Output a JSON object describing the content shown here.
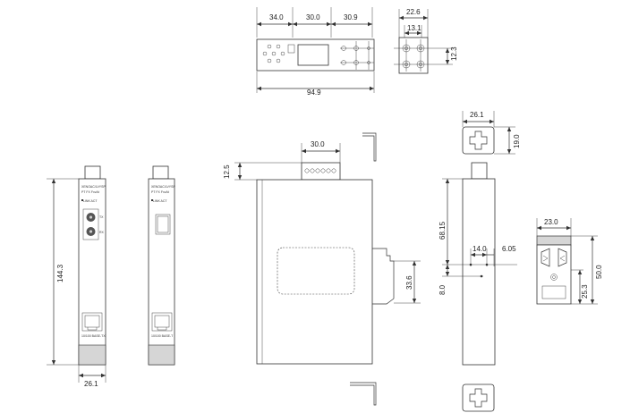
{
  "top_view": {
    "dims": [
      "34.0",
      "30.0",
      "30.9",
      "94.9"
    ],
    "end_dims": [
      "22.6",
      "13.1",
      "12.3"
    ]
  },
  "front_fiber": {
    "brand": "XENOAC/LVYSP",
    "led_labels": "PT   FX   FxvAt",
    "sub_labels": "LINK   ACT",
    "port_labels": [
      "TX",
      "RX"
    ],
    "rj45_caption": "10/100 BASE-TX",
    "dims": [
      "144.3",
      "26.1"
    ]
  },
  "front_sfp": {
    "brand": "XENOAC/LVYSP",
    "led_labels": "PT   FX   FxvAt",
    "sub_labels": "LINK   ACT",
    "rj45_caption": "10/100 BASE-T"
  },
  "side_view": {
    "dims": [
      "30.0",
      "12.5",
      "33.6"
    ]
  },
  "rear_view": {
    "dims": [
      "26.1",
      "19.0",
      "68.15",
      "14.0",
      "6.05",
      "8.0"
    ]
  },
  "din_clip": {
    "dims": [
      "23.0",
      "50.0",
      "25.3"
    ]
  }
}
